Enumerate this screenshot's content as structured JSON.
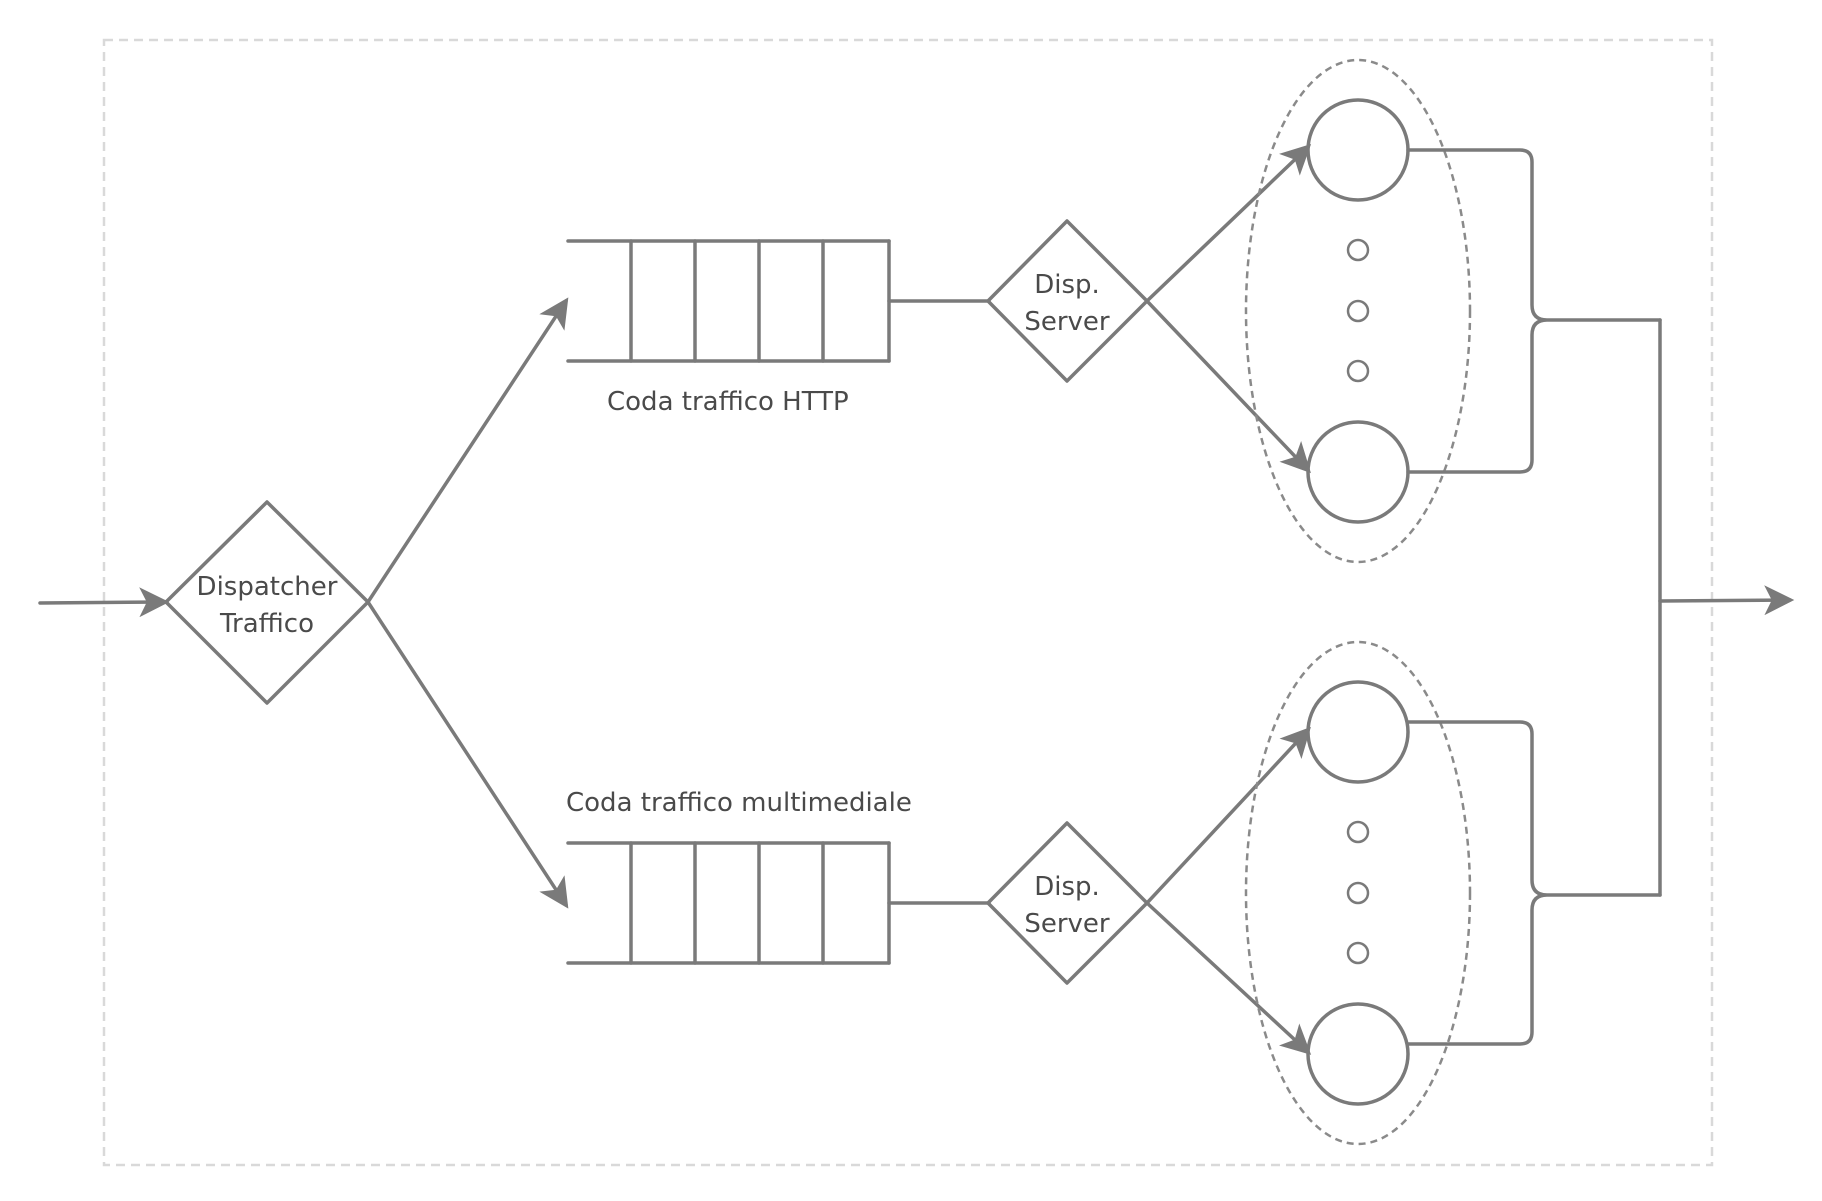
{
  "diagram": {
    "dispatcher_label_line1": "Dispatcher",
    "dispatcher_label_line2": "Traffico",
    "http_queue_label": "Coda traffico HTTP",
    "multimedia_queue_label": "Coda traffico multimediale",
    "server_dispatcher_http_line1": "Disp.",
    "server_dispatcher_http_line2": "Server",
    "server_dispatcher_multimedia_line1": "Disp.",
    "server_dispatcher_multimedia_line2": "Server"
  },
  "colors": {
    "stroke": "#7a7a7a",
    "frame": "#d9d9d9",
    "text": "#4a4a4a"
  }
}
